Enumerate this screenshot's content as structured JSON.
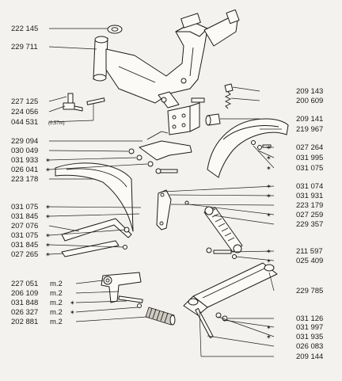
{
  "labels": {
    "l222145": "222 145",
    "l229711": "229 711",
    "l227125": "227 125",
    "l224056": "224 056",
    "l044531": "044 531",
    "l044531_note": "(0,57m)",
    "l209143": "209 143",
    "l200609": "200 609",
    "l209141": "209 141",
    "l219967": "219 967",
    "l229094": "229 094",
    "l030049": "030 049",
    "l031933": "031 933",
    "l026041": "026 041",
    "l223178a": "223 178",
    "l027264": "027 264",
    "l031995": "031 995",
    "l031075a": "031 075",
    "l031074": "031 074",
    "l031931": "031 931",
    "l223179": "223 179",
    "l027259": "027 259",
    "l229357": "229 357",
    "l031075b": "031 075",
    "l031845a": "031 845",
    "l207076": "207 076",
    "l031075c": "031 075",
    "l031845b": "031 845",
    "l027265": "027 265",
    "l211597": "211 597",
    "l025409": "025 409",
    "l227051": "227 051",
    "l227051_m": "m.2",
    "l206109": "206 109",
    "l206109_m": "m.2",
    "l031848": "031 848",
    "l031848_m": "m.2",
    "l026327": "026 327",
    "l026327_m": "m.2",
    "l202881": "202 881",
    "l202881_m": "m.2",
    "l229785": "229 785",
    "l031126": "031 126",
    "l031997": "031 997",
    "l031935": "031 935",
    "l026083": "026 083",
    "l209144": "209 144"
  },
  "star_symbol": "✶",
  "colors": {
    "background": "#f4f2ee",
    "ink": "#1c1c1c",
    "part_fill": "#fbfaf7"
  }
}
